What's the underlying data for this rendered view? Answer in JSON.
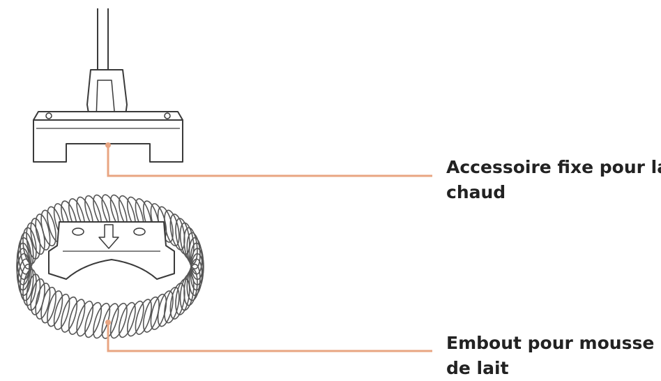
{
  "callouts": [
    {
      "id": "hot-milk-attachment",
      "lines": [
        "Accessoire fixe pour lait",
        "chaud"
      ]
    },
    {
      "id": "froth-tip",
      "lines": [
        "Embout pour mousse",
        "de lait"
      ]
    }
  ],
  "colors": {
    "leader": "#e8a582",
    "outline": "#3a3a3a",
    "coil": "#555555",
    "text": "#222222",
    "background": "#ffffff"
  }
}
